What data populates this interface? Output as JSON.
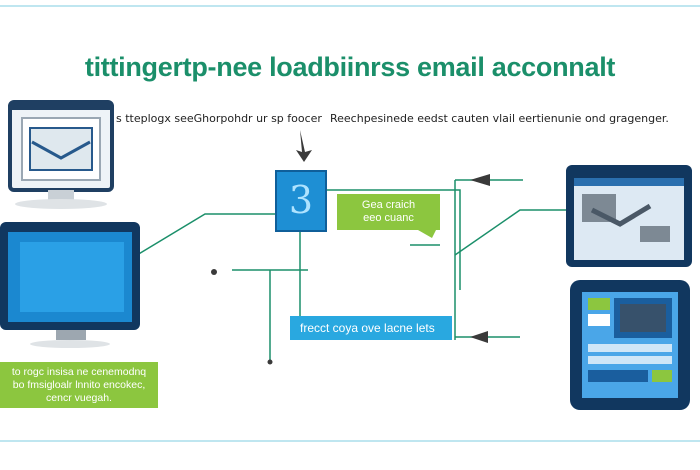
{
  "title": "tittingertp-nee loadbiinrss email acconnalt",
  "subtitle_left": "s tteplogx seeGhorpohdr ur sp foocer",
  "subtitle_right": "Reechpesinede eedst cauten  vlail  eertienunie ond gragenger.",
  "center_icon_glyph": "3",
  "green_callout_mid": {
    "line1": "Gea craich",
    "line2": "eeo cuanc"
  },
  "blue_bar_label": "frecct coya ove lacne lets",
  "green_note_bottom": {
    "line1": "to rogc insisa ne cenemodnq",
    "line2": "bo fmsigloalr lnnito encokec,",
    "line3": "cencr vuegah."
  },
  "colors": {
    "title": "#1b8f6a",
    "line": "#1b8f6a",
    "green": "#8cc63f",
    "blue": "#29a8e0",
    "navy": "#11375f"
  },
  "icons": [
    "email-monitor-icon",
    "desktop-monitor-icon",
    "email-laptop-icon",
    "tablet-icon",
    "arrow-icon"
  ]
}
